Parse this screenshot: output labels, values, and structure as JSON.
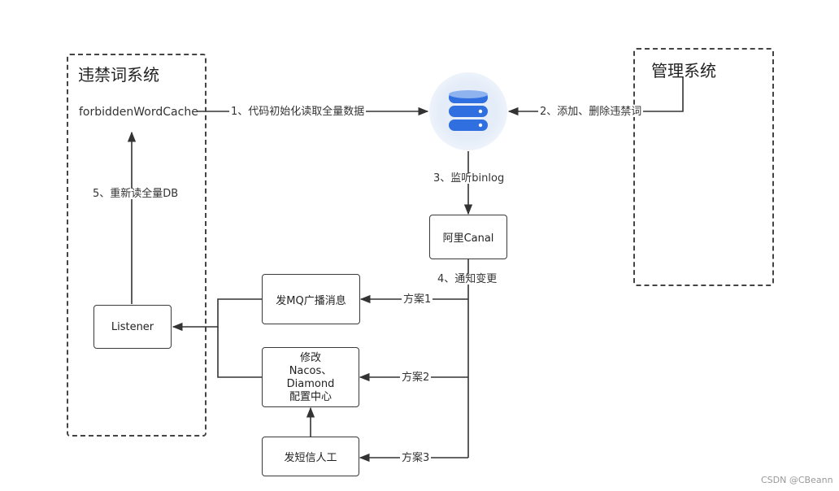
{
  "systems": {
    "forbidden_word_system": {
      "title": "违禁词系统"
    },
    "admin_system": {
      "title": "管理系统"
    }
  },
  "nodes": {
    "cache": "forbiddenWordCache",
    "canal": "阿里Canal",
    "mq": "发MQ广播消息",
    "config_center_lines": [
      "修改",
      "Nacos、",
      "Diamond",
      "配置中心"
    ],
    "sms": "发短信人工",
    "listener": "Listener",
    "database_icon": "database-icon"
  },
  "edges": {
    "init_read": "1、代码初始化读取全量数据",
    "add_delete": "2、添加、删除违禁词",
    "binlog": "3、监听binlog",
    "notify": "4、通知变更",
    "reread": "5、重新读全量DB",
    "plan1": "方案1",
    "plan2": "方案2",
    "plan3": "方案3"
  },
  "watermark": "CSDN @CBeann",
  "colors": {
    "line": "#333333",
    "db_glow": "#e3ecf8",
    "db_blue": "#2f6fe0",
    "db_light": "#dbe7fb"
  }
}
